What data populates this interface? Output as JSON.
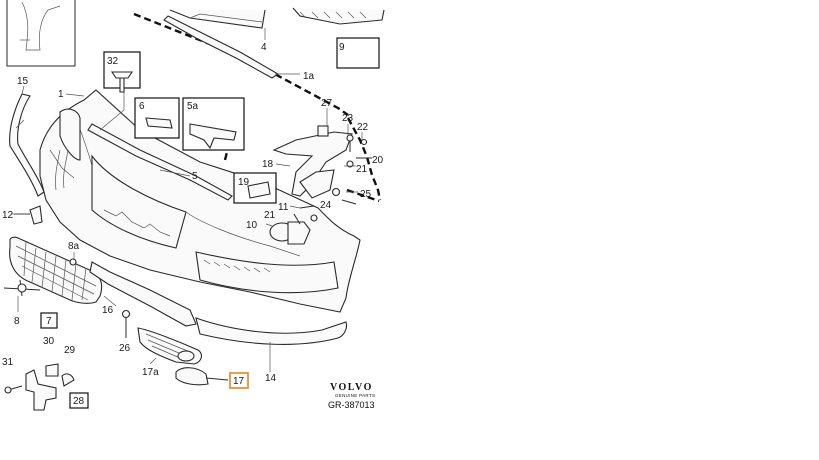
{
  "callouts": [
    {
      "id": "4",
      "text": "4"
    },
    {
      "id": "1a",
      "text": "1a"
    },
    {
      "id": "9",
      "text": "9"
    },
    {
      "id": "32",
      "text": "32"
    },
    {
      "id": "15",
      "text": "15"
    },
    {
      "id": "1",
      "text": "1"
    },
    {
      "id": "6",
      "text": "6"
    },
    {
      "id": "5a",
      "text": "5a"
    },
    {
      "id": "27",
      "text": "27"
    },
    {
      "id": "23",
      "text": "23"
    },
    {
      "id": "22",
      "text": "22"
    },
    {
      "id": "18",
      "text": "18"
    },
    {
      "id": "21a",
      "text": "21"
    },
    {
      "id": "20",
      "text": "20"
    },
    {
      "id": "5",
      "text": "5"
    },
    {
      "id": "19",
      "text": "19"
    },
    {
      "id": "25",
      "text": "25"
    },
    {
      "id": "11",
      "text": "11"
    },
    {
      "id": "24",
      "text": "24"
    },
    {
      "id": "21b",
      "text": "21"
    },
    {
      "id": "12",
      "text": "12"
    },
    {
      "id": "10",
      "text": "10"
    },
    {
      "id": "8a",
      "text": "8a"
    },
    {
      "id": "16",
      "text": "16"
    },
    {
      "id": "8",
      "text": "8"
    },
    {
      "id": "7",
      "text": "7"
    },
    {
      "id": "26",
      "text": "26"
    },
    {
      "id": "30",
      "text": "30"
    },
    {
      "id": "29",
      "text": "29"
    },
    {
      "id": "31",
      "text": "31"
    },
    {
      "id": "17a",
      "text": "17a"
    },
    {
      "id": "14",
      "text": "14"
    },
    {
      "id": "17",
      "text": "17"
    },
    {
      "id": "28",
      "text": "28"
    }
  ],
  "brand": {
    "logo": "VOLVO",
    "sublabel": "GENUINE PARTS",
    "reference": "GR-387013"
  },
  "colors": {
    "line": "#2a2a2a",
    "highlight": "#e8913a",
    "background": "#ffffff"
  }
}
